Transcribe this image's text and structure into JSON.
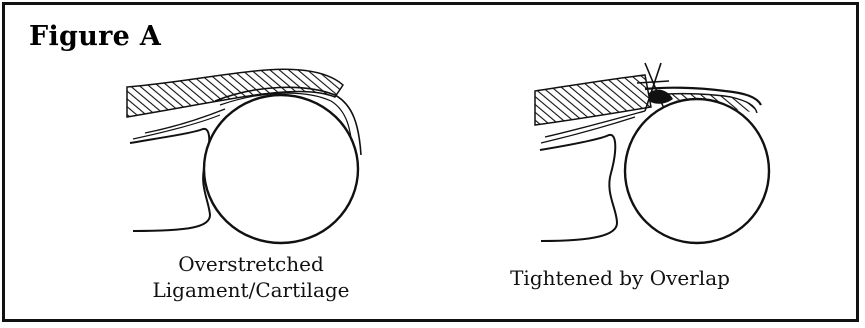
{
  "figure": {
    "title": "Figure A",
    "panels": [
      {
        "id": "left",
        "caption_lines": [
          "Overstretched",
          "Ligament/Cartilage"
        ]
      },
      {
        "id": "right",
        "caption_lines": [
          "Tightened by Overlap"
        ]
      }
    ]
  },
  "colors": {
    "ink": "#111111",
    "border": "#111111",
    "background": "#ffffff"
  }
}
